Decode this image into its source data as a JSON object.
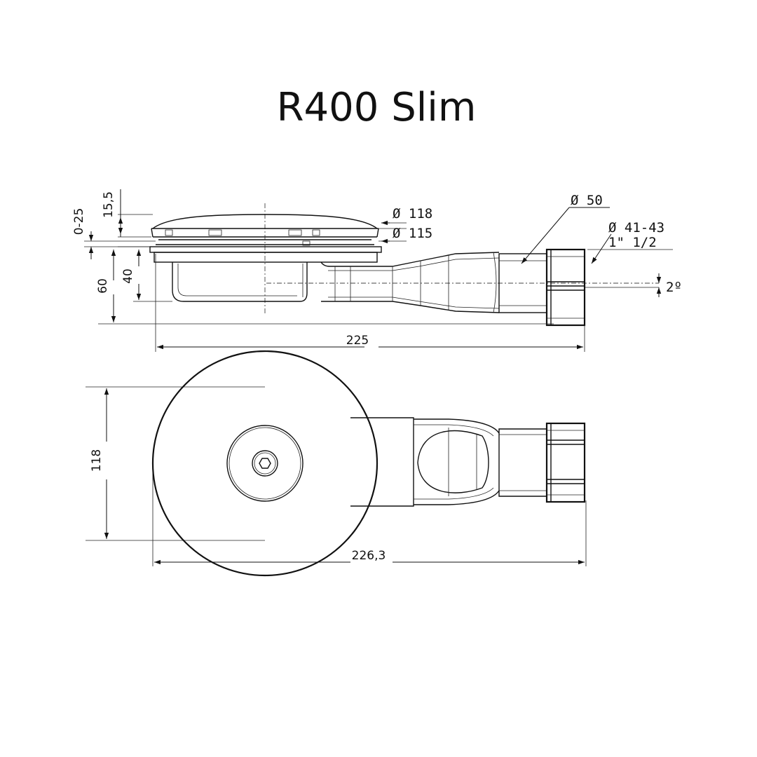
{
  "title": "R400 Slim",
  "side_view": {
    "dims": {
      "grate_height": "15,5",
      "adjust_range": "0-25",
      "total_height": "60",
      "body_height": "40",
      "grate_diameter": "Ø 118",
      "flange_diameter": "Ø 115",
      "outlet_diameter": "Ø 50",
      "connector_diameter": "Ø 41-43",
      "thread_size": "1\" 1/2",
      "slope": "2º",
      "length": "225"
    }
  },
  "top_view": {
    "dims": {
      "width": "118",
      "length": "226,3"
    }
  },
  "colors": {
    "line": "#111111",
    "background": "#ffffff"
  }
}
